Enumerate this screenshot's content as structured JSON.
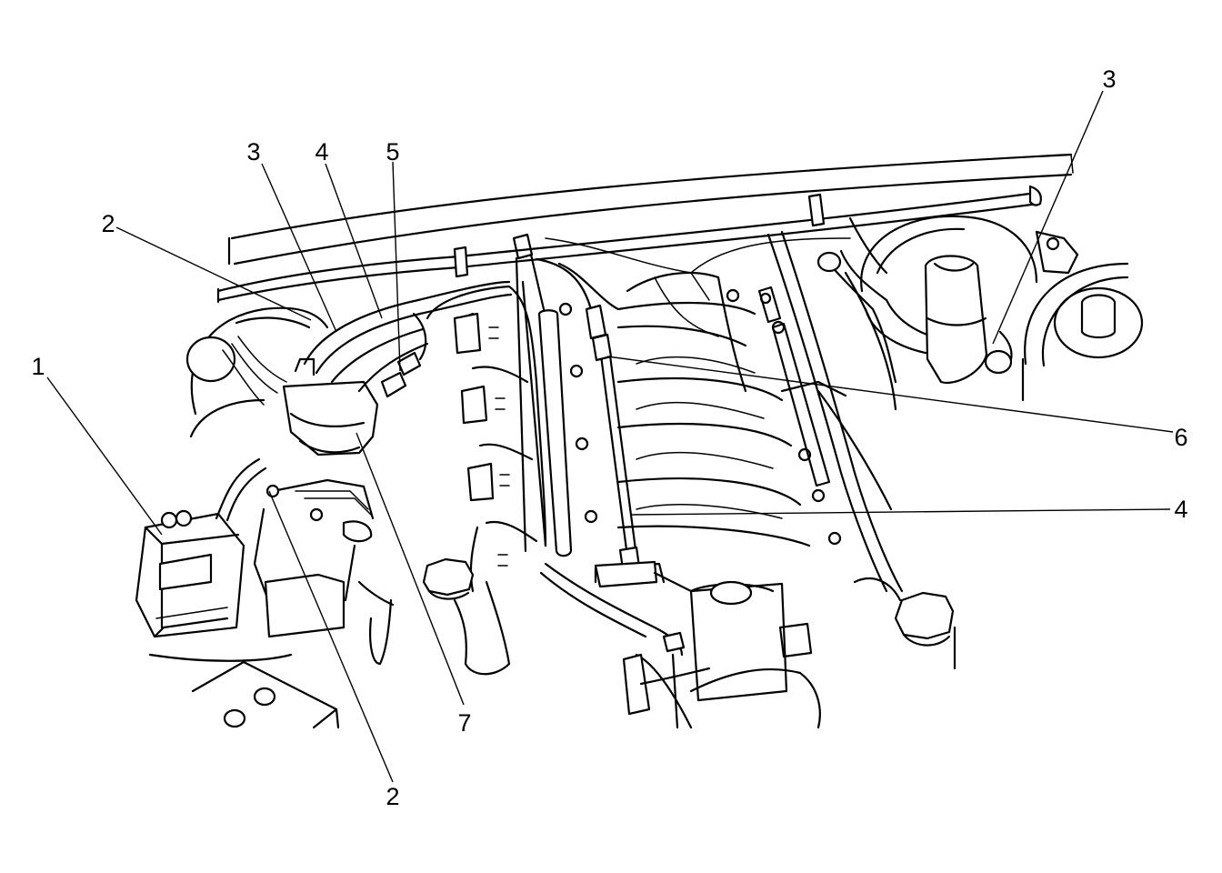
{
  "diagram": {
    "callouts": [
      {
        "id": "c1",
        "label": "1"
      },
      {
        "id": "c2a",
        "label": "2"
      },
      {
        "id": "c2b",
        "label": "2"
      },
      {
        "id": "c3a",
        "label": "3"
      },
      {
        "id": "c3b",
        "label": "3"
      },
      {
        "id": "c4a",
        "label": "4"
      },
      {
        "id": "c4b",
        "label": "4"
      },
      {
        "id": "c5",
        "label": "5"
      },
      {
        "id": "c6",
        "label": "6"
      },
      {
        "id": "c7",
        "label": "7"
      }
    ]
  }
}
